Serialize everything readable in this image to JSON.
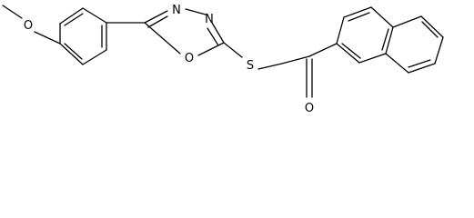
{
  "structure": {
    "colors": {
      "bond": "#000000",
      "background": "#ffffff"
    },
    "atom_labels": {
      "methoxy_oxygen": "O",
      "oxadiazole_n3": "N",
      "oxadiazole_n4": "N",
      "oxadiazole_oxygen": "O",
      "thioether_sulfur": "S",
      "carbonyl_oxygen": "O"
    }
  }
}
